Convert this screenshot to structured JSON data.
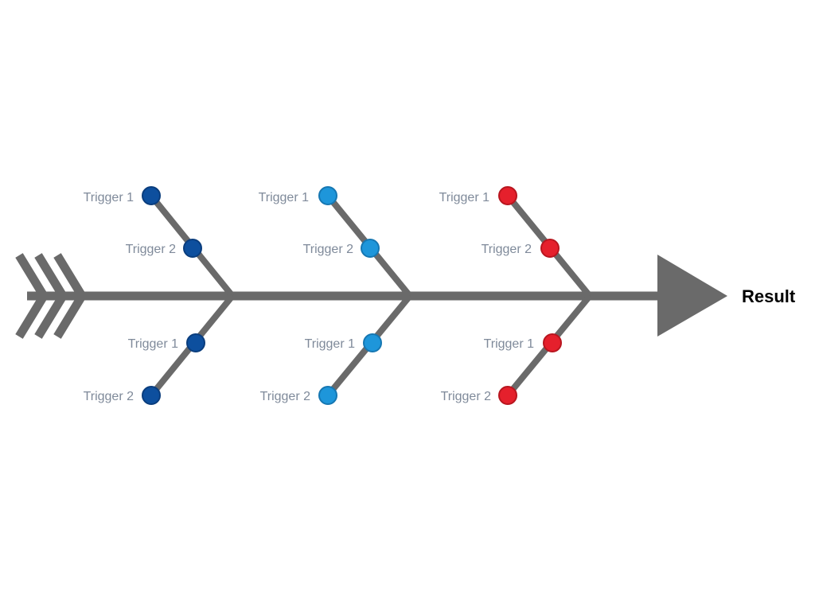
{
  "diagram": {
    "type": "fishbone",
    "result": "Result",
    "line_color": "#6a6a6a",
    "label_color": "#7f8a9a",
    "branches": [
      {
        "color": "#0d4f9e",
        "top": [
          "Trigger 1",
          "Trigger 2"
        ],
        "bottom": [
          "Trigger 1",
          "Trigger 2"
        ]
      },
      {
        "color": "#1e96da",
        "top": [
          "Trigger 1",
          "Trigger 2"
        ],
        "bottom": [
          "Trigger 1",
          "Trigger 2"
        ]
      },
      {
        "color": "#e5202c",
        "top": [
          "Trigger 1",
          "Trigger 2"
        ],
        "bottom": [
          "Trigger 1",
          "Trigger 2"
        ]
      }
    ]
  }
}
